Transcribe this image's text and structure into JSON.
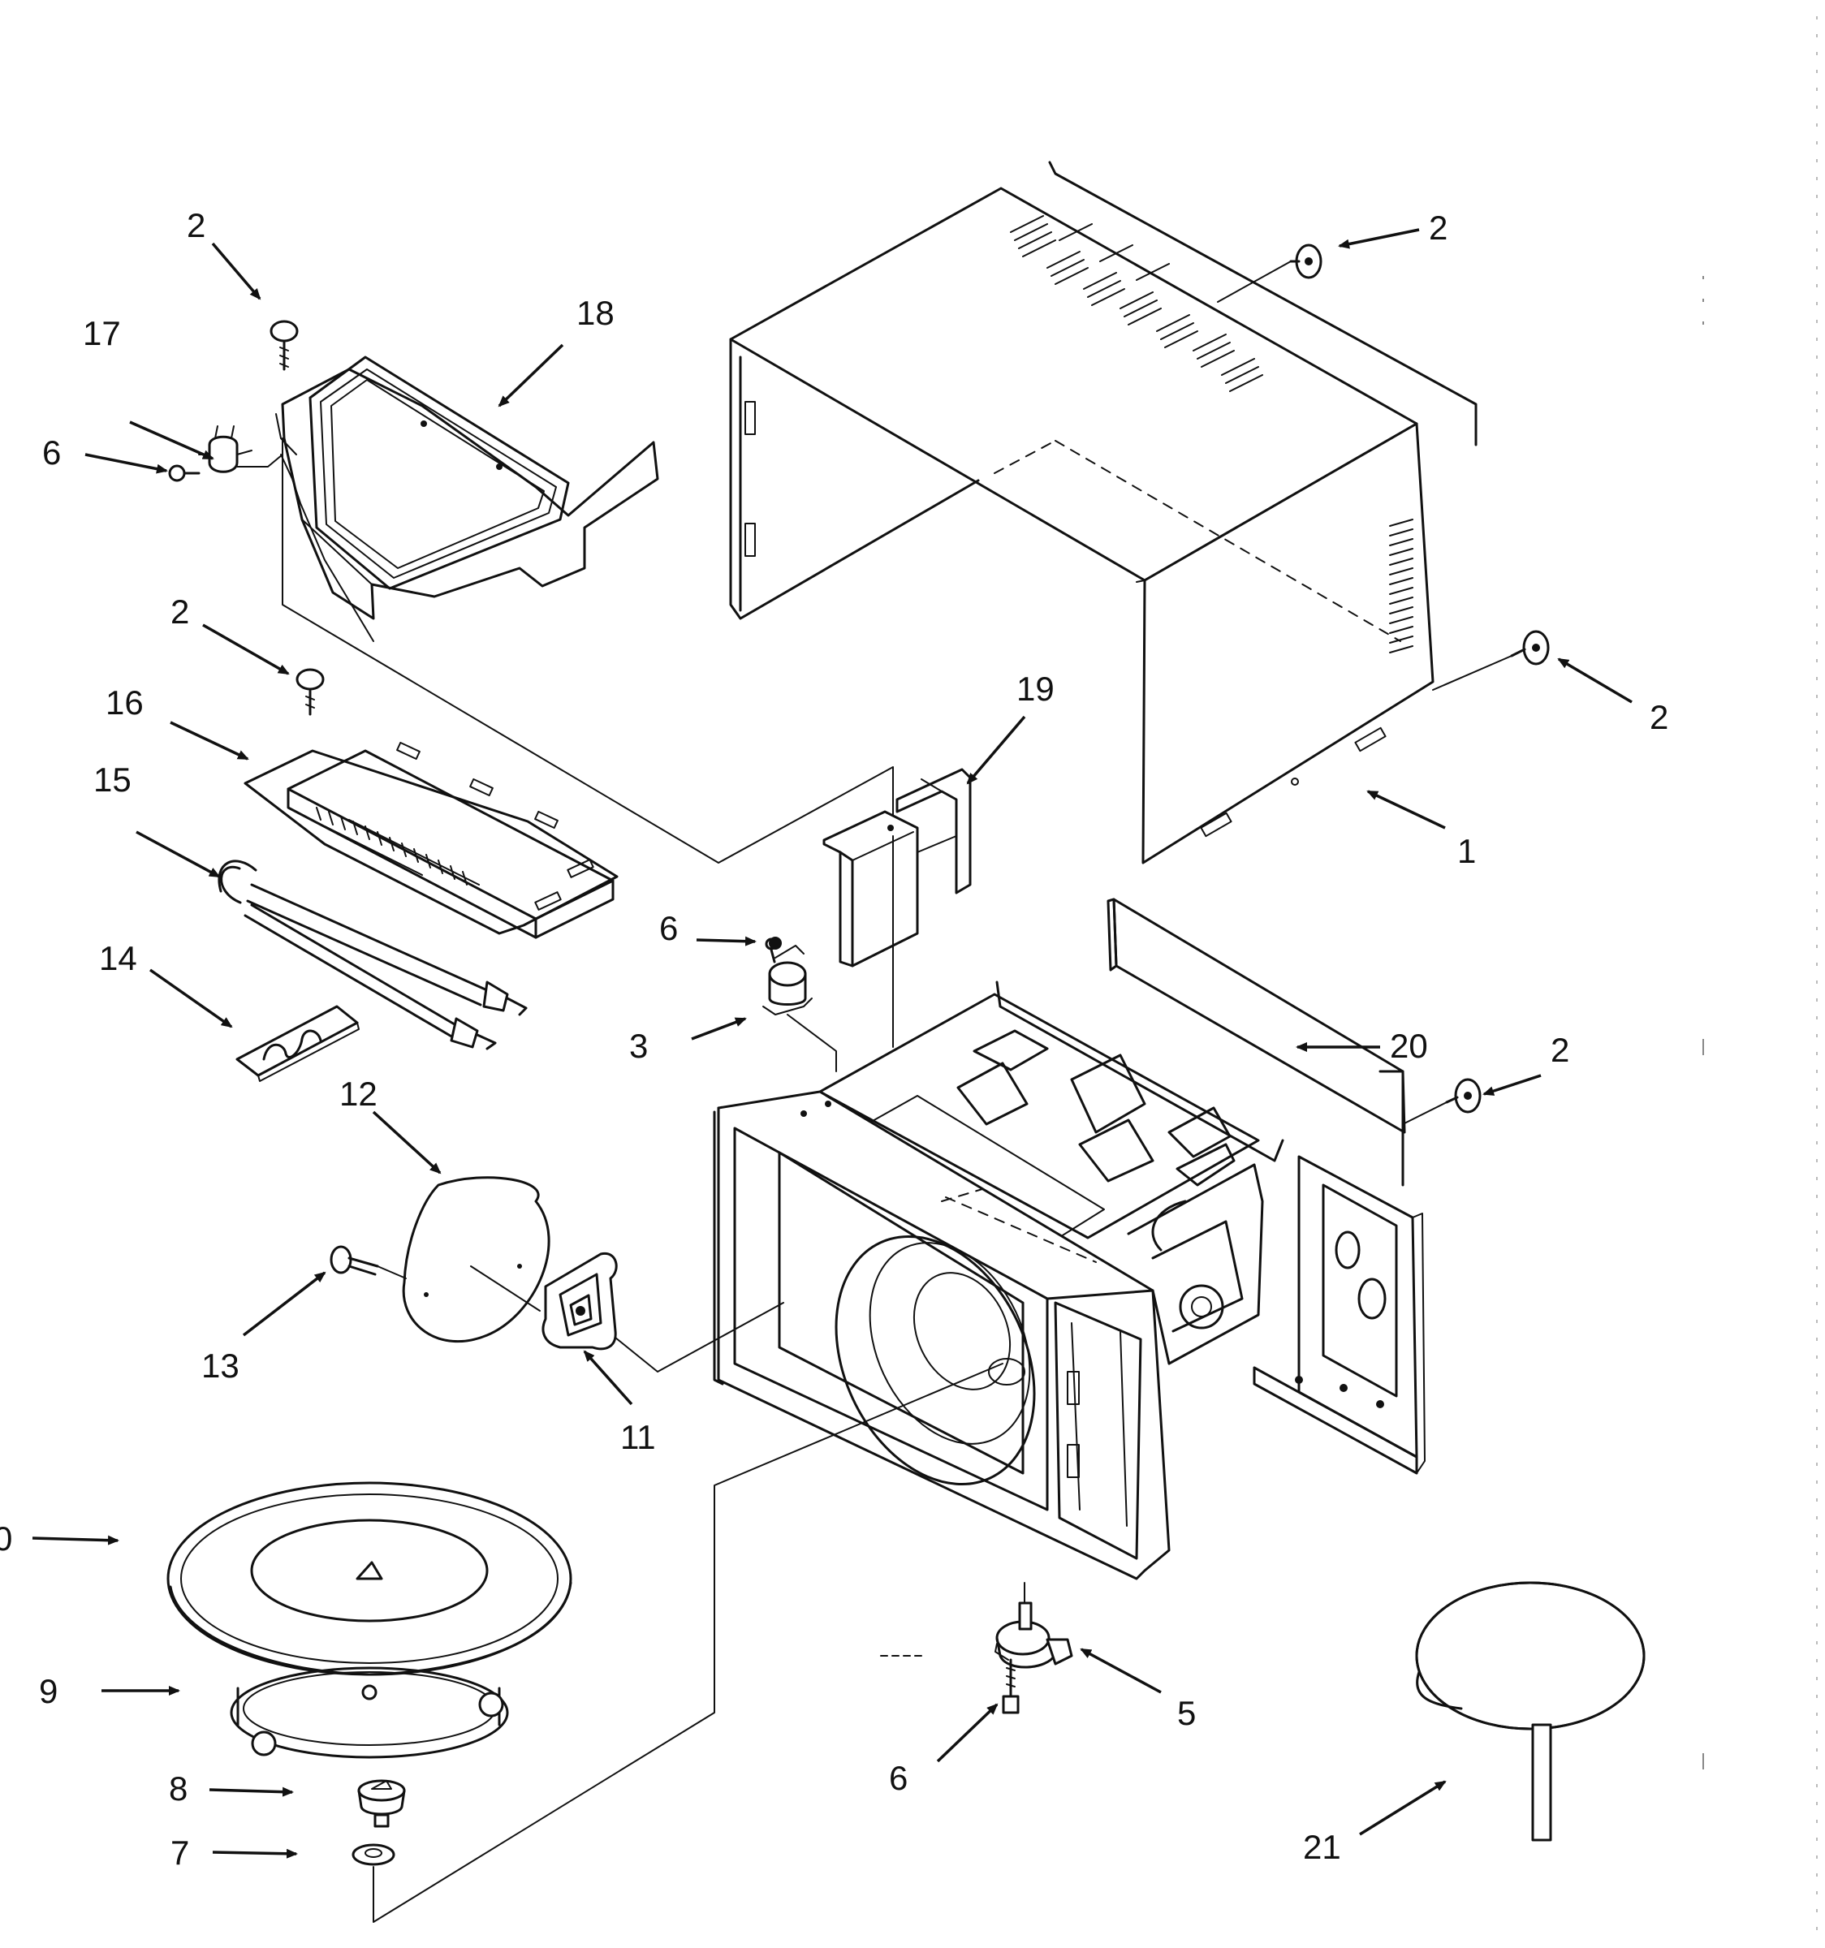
{
  "callouts": {
    "c1": "1",
    "c2a": "2",
    "c2b": "2",
    "c2c": "2",
    "c2d": "2",
    "c2e": "2",
    "c3": "3",
    "c5": "5",
    "c6a": "6",
    "c6b": "6",
    "c6c": "6",
    "c7": "7",
    "c8": "8",
    "c9": "9",
    "c10": "0",
    "c11": "11",
    "c12": "12",
    "c13": "13",
    "c14": "14",
    "c15": "15",
    "c16": "16",
    "c17": "17",
    "c18": "18",
    "c19": "19",
    "c20": "20",
    "c21": "21"
  }
}
